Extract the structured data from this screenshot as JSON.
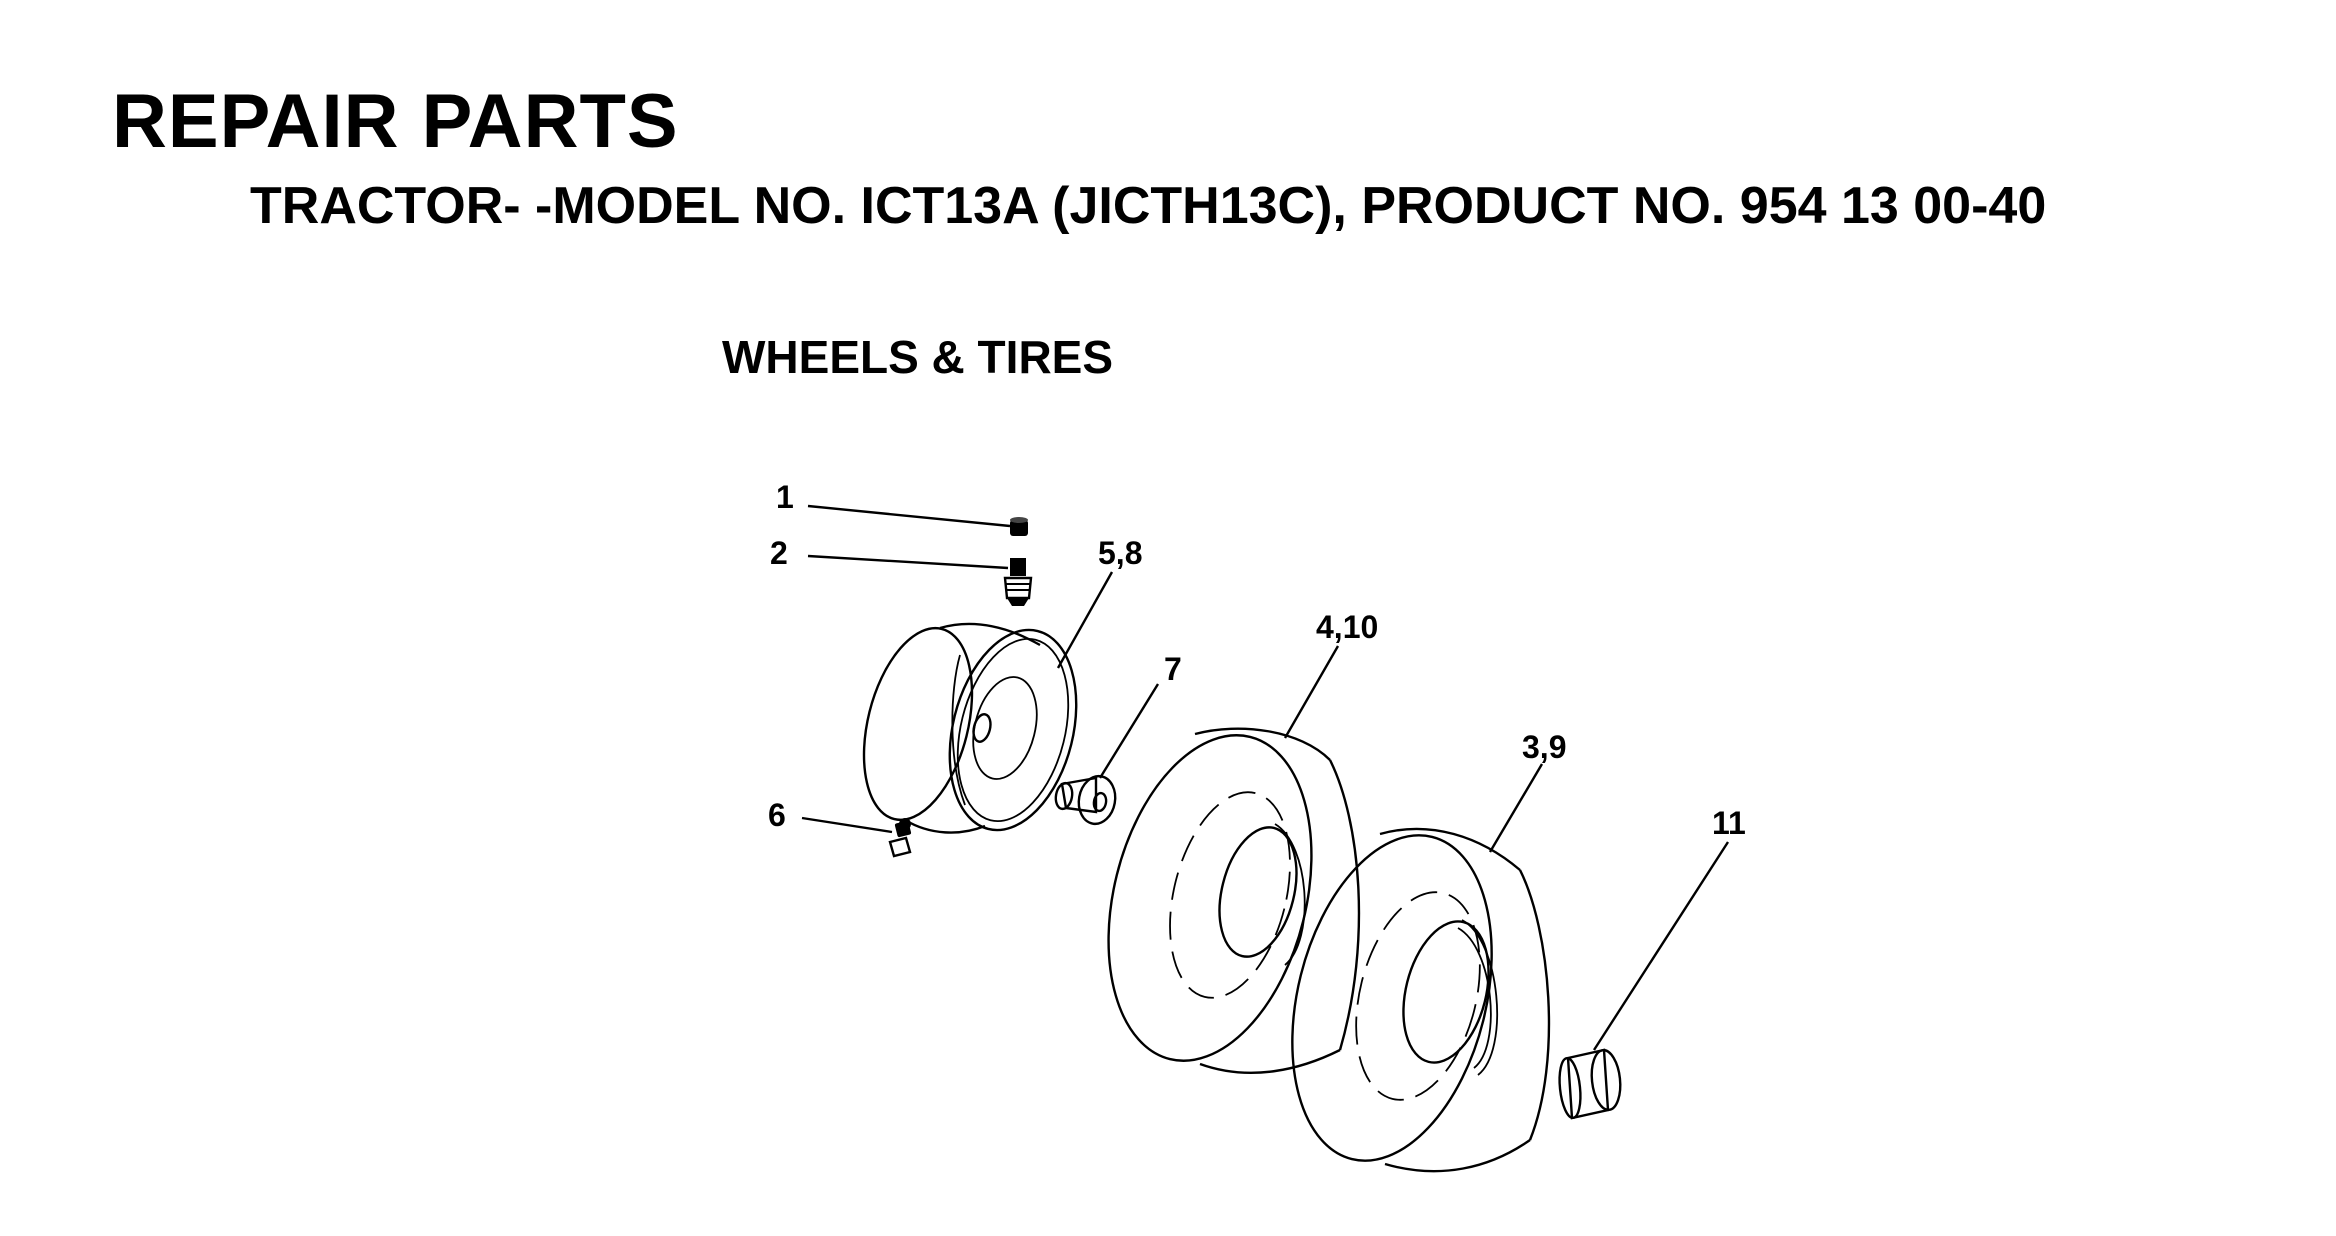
{
  "header": {
    "title": "REPAIR PARTS",
    "subtitle": "TRACTOR- -MODEL NO. ICT13A (JICTH13C), PRODUCT NO. 954 13 00-40"
  },
  "section": {
    "title": "WHEELS & TIRES"
  },
  "callouts": [
    {
      "id": "c1",
      "label": "1",
      "part": "valve cap"
    },
    {
      "id": "c2",
      "label": "2",
      "part": "valve stem"
    },
    {
      "id": "c58",
      "label": "5,8",
      "part": "wheel rim"
    },
    {
      "id": "c7",
      "label": "7",
      "part": "bushing"
    },
    {
      "id": "c410",
      "label": "4,10",
      "part": "inner tire"
    },
    {
      "id": "c39",
      "label": "3,9",
      "part": "outer tire"
    },
    {
      "id": "c6",
      "label": "6",
      "part": "grease fitting"
    },
    {
      "id": "c11",
      "label": "11",
      "part": "hub cap"
    }
  ]
}
